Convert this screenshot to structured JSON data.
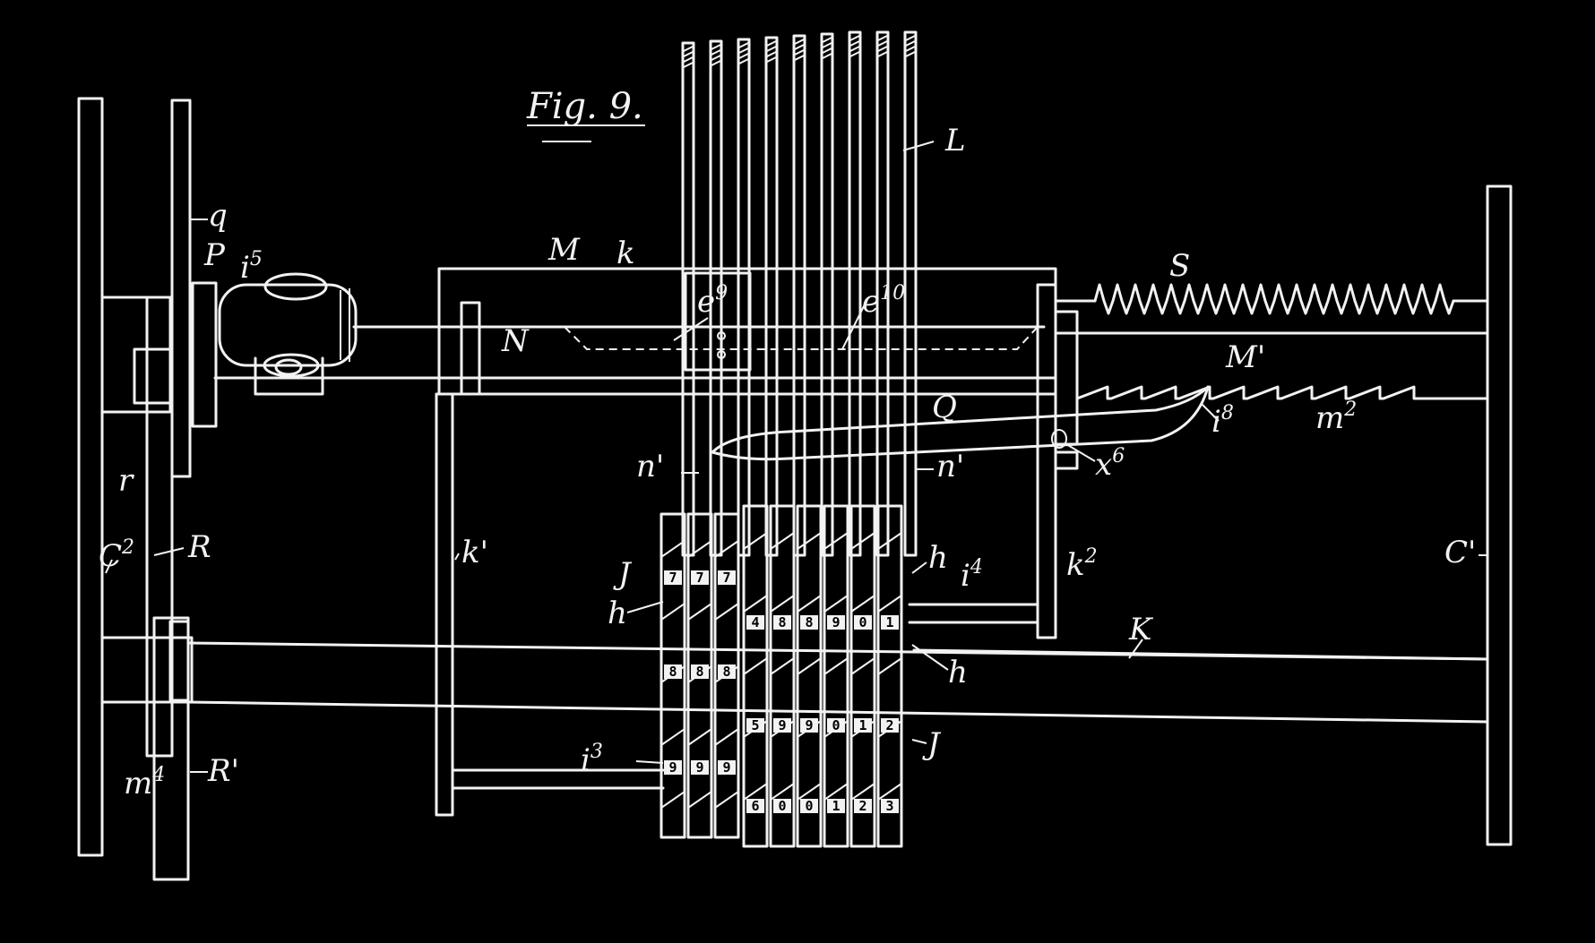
{
  "figure": {
    "title": "Fig. 9."
  },
  "labels": {
    "q": "q",
    "P": "P",
    "i5": "i",
    "i5_sup": "5",
    "M": "M",
    "k": "k",
    "L": "L",
    "S": "S",
    "e9": "e",
    "e9_sup": "9",
    "e10": "e",
    "e10_sup": "10",
    "N": "N",
    "M_prime": "M'",
    "Q": "Q",
    "i8": "i",
    "i8_sup": "8",
    "m2": "m",
    "m2_sup": "2",
    "n_left": "n'",
    "n_right": "n'",
    "x6": "x",
    "x6_sup": "6",
    "r": "r",
    "C2": "C",
    "C2_sup": "2",
    "R": "R",
    "k_prime": "k'",
    "J_top": "J",
    "h_left": "h",
    "h_right": "h",
    "i4": "i",
    "i4_sup": "4",
    "k2": "k",
    "k2_sup": "2",
    "C_prime": "C'",
    "K": "K",
    "h_lower": "h",
    "i3": "i",
    "i3_sup": "3",
    "J_bottom": "J",
    "m4": "m",
    "m4_sup": "4",
    "R_prime": "R'"
  },
  "wheel_digits": {
    "row_top": [
      "7",
      "7",
      "7",
      "4",
      "8",
      "8",
      "9",
      "0",
      "1"
    ],
    "row_mid": [
      "8",
      "8",
      "8",
      "5",
      "9",
      "9",
      "0",
      "1",
      "2"
    ],
    "row_bot": [
      "9",
      "9",
      "9",
      "6",
      "0",
      "0",
      "1",
      "2",
      "3"
    ]
  }
}
